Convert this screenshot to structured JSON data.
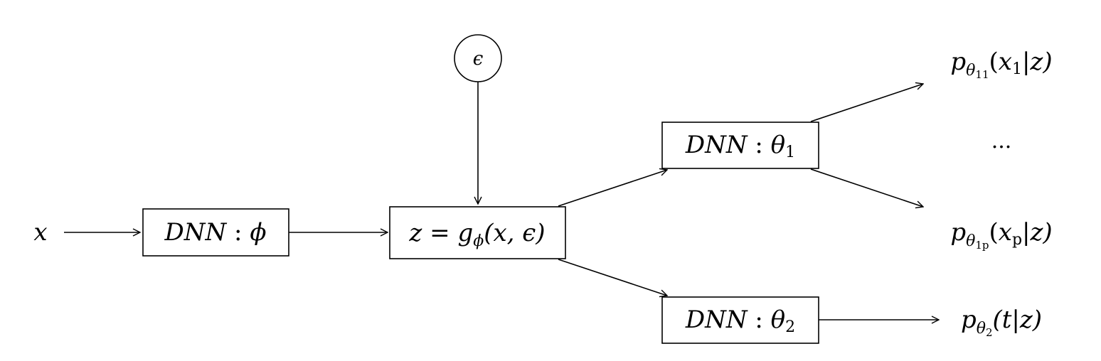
{
  "nodes": {
    "input": {
      "var": "x"
    },
    "encoder": {
      "name": "DNN",
      "sep": " : ",
      "param": "ϕ"
    },
    "noise": {
      "sym": "ϵ"
    },
    "latent": {
      "lhs": "z",
      "eq": " = ",
      "fn": "g",
      "fn_sub": "ϕ",
      "args": "(x, ϵ)"
    },
    "decoder1": {
      "name": "DNN",
      "sep": " : ",
      "param": "θ",
      "param_sub": "1"
    },
    "decoder2": {
      "name": "DNN",
      "sep": " : ",
      "param": "θ",
      "param_sub": "2"
    }
  },
  "outputs": {
    "out_first": {
      "p": "p",
      "sub": "θ",
      "sub_sub": "11",
      "paren_open": "(",
      "var": "x",
      "var_sub": "1",
      "cond": "|z)"
    },
    "ellipsis": "...",
    "out_last": {
      "p": "p",
      "sub": "θ",
      "sub_sub": "1p",
      "paren_open": "(",
      "var": "x",
      "var_sub": "p",
      "cond": "|z)"
    },
    "out_target": {
      "p": "p",
      "sub": "θ",
      "sub_sub": "2",
      "rest": "(t|z)"
    }
  }
}
